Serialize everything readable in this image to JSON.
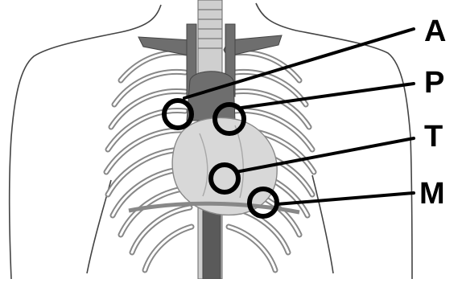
{
  "labels": {
    "a": "A",
    "p": "P",
    "t": "T",
    "m": "M"
  },
  "colors": {
    "outline": "#000000",
    "ribs": "#9a9a9a",
    "vessels": "#6e6e6e",
    "heart": "#d6d6d6",
    "circle": "#000000"
  }
}
